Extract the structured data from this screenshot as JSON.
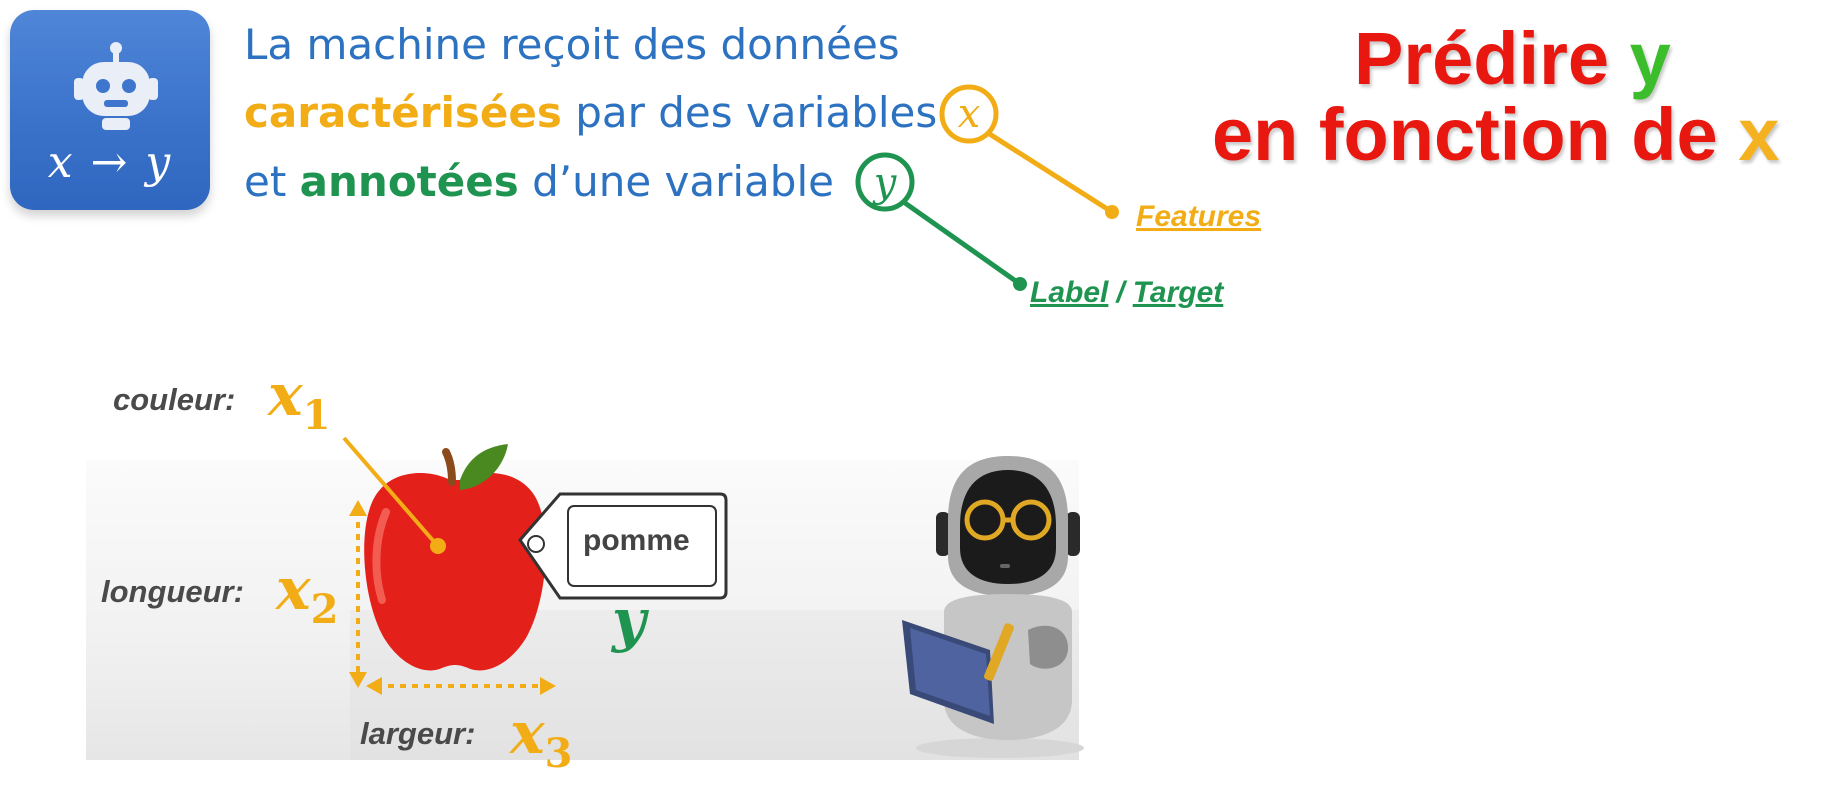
{
  "badge": {
    "icon": "robot-icon",
    "mapping": "x → y"
  },
  "description": {
    "line1": "La machine reçoit des données",
    "line2": {
      "highlight": "caractérisées",
      "rest": "par des variables"
    },
    "line3": {
      "start": "et",
      "highlight": "annotées",
      "rest": "d’une variable"
    }
  },
  "callouts": {
    "x_symbol": "x",
    "y_symbol": "y",
    "features": "Features",
    "label": "Label",
    "separator": "/",
    "target": "Target"
  },
  "headline": {
    "line1_start": "Prédire",
    "line1_var": "y",
    "line2_start": "en fonction de",
    "line2_var": "x"
  },
  "illustration": {
    "couleur": "couleur:",
    "longueur": "longueur:",
    "largeur": "largeur:",
    "x_letter": "x",
    "x1_sub": "1",
    "x2_sub": "2",
    "x3_sub": "3",
    "tag": "pomme",
    "tag_var": "y"
  },
  "colors": {
    "blue": "#2c72c1",
    "orange": "#f2ad16",
    "green": "#1e9450",
    "red": "#e8170f",
    "bright_green": "#3cbd2c"
  }
}
